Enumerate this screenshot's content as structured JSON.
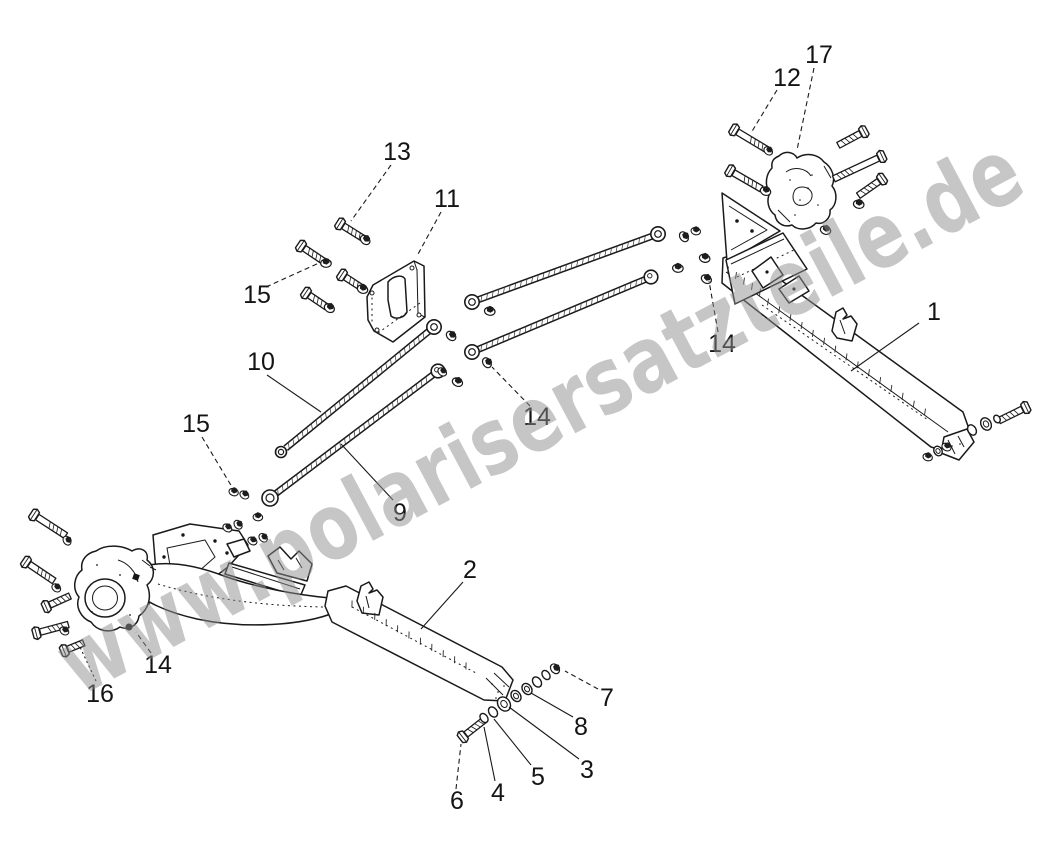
{
  "watermark": {
    "text": "www.polarisersatzteile.de",
    "color": "#8f8f8f"
  },
  "colors": {
    "background": "#ffffff",
    "line": "#1a1a1a"
  },
  "diagram": {
    "type": "exploded-parts-diagram",
    "callouts": [
      {
        "text": "1"
      },
      {
        "text": "2"
      },
      {
        "text": "3"
      },
      {
        "text": "4"
      },
      {
        "text": "5"
      },
      {
        "text": "6"
      },
      {
        "text": "7"
      },
      {
        "text": "8"
      },
      {
        "text": "9"
      },
      {
        "text": "10"
      },
      {
        "text": "11"
      },
      {
        "text": "12"
      },
      {
        "text": "13"
      },
      {
        "text": "14"
      },
      {
        "text": "14"
      },
      {
        "text": "14"
      },
      {
        "text": "15"
      },
      {
        "text": "15"
      },
      {
        "text": "16"
      },
      {
        "text": "17"
      }
    ]
  }
}
